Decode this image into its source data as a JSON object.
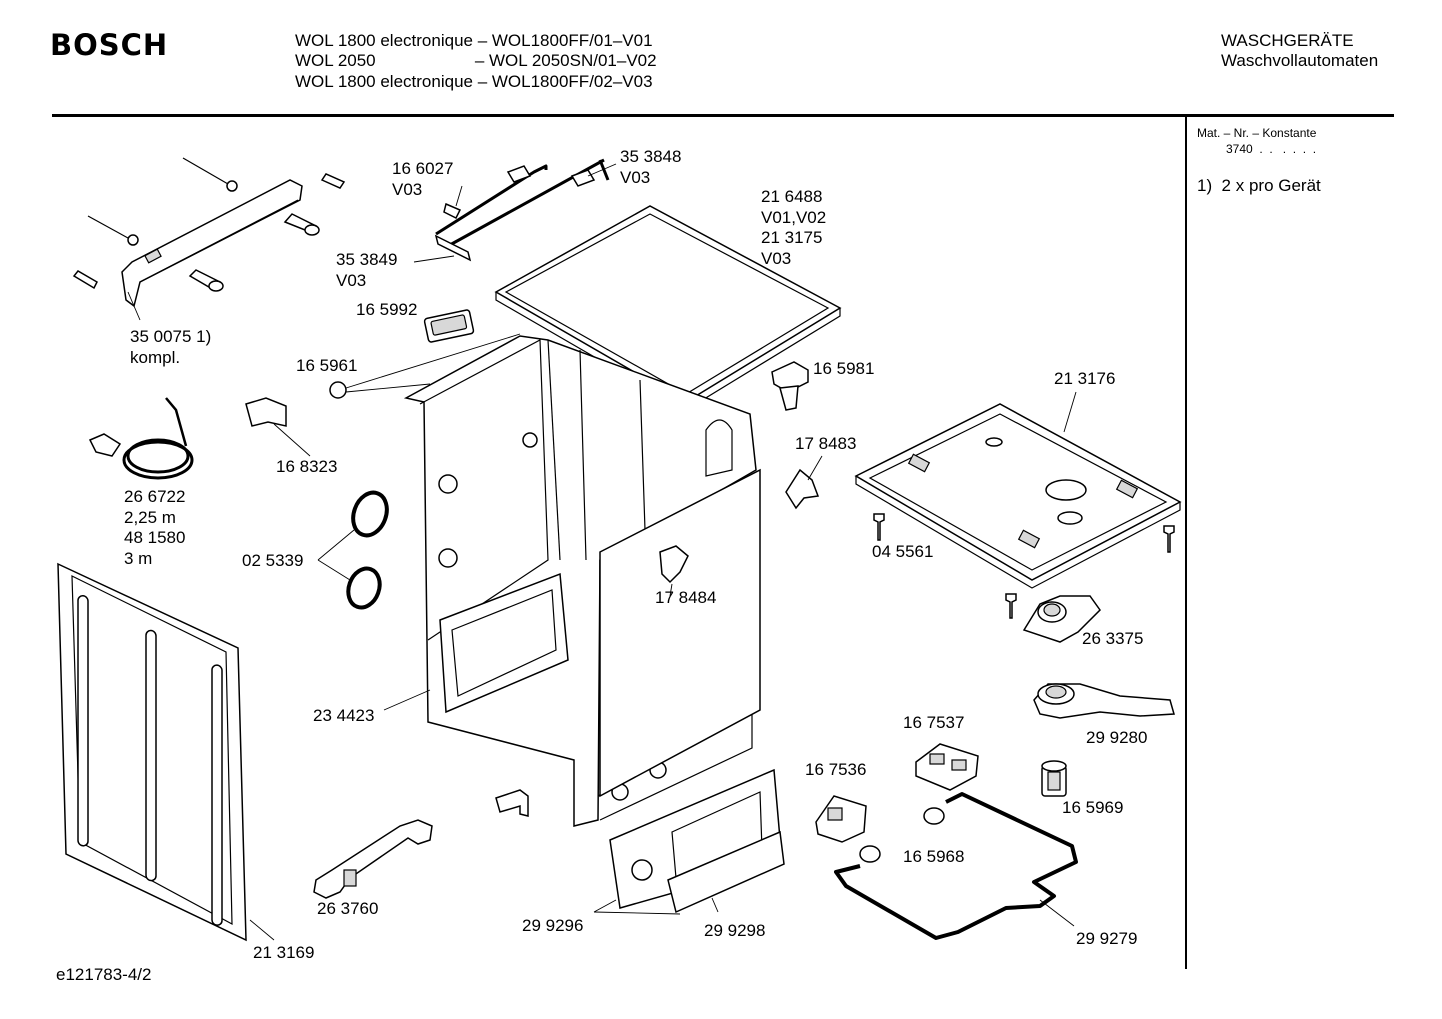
{
  "header": {
    "brand": "BOSCH",
    "model_lines": [
      "WOL 1800 electronique – WOL1800FF/01–V01",
      "WOL 2050                     – WOL 2050SN/01–V02",
      "WOL 1800 electronique – WOL1800FF/02–V03"
    ],
    "category_line1": "WASCHGERÄTE",
    "category_line2": "Waschvollautomaten"
  },
  "sidebar": {
    "mat_label": "Mat. – Nr. – Konstante",
    "mat_value": "3740  .  .   .  .  .  .",
    "note": "1)  2 x pro Gerät"
  },
  "footer": {
    "doc_id": "e121783-4/2"
  },
  "parts": {
    "p350075": "35 0075 1)\nkompl.",
    "p166027": "16 6027\nV03",
    "p353848": "35 3848\nV03",
    "p353849": "35 3849\nV03",
    "p216488": "21 6488\nV01,V02\n21 3175\nV03",
    "p165992": "16 5992",
    "p165961": "16 5961",
    "p165981": "16 5981",
    "p213176": "21 3176",
    "p168323": "16 8323",
    "p178483": "17 8483",
    "p266722": "26 6722\n2,25 m\n48 1580\n3 m",
    "p045561": "04 5561",
    "p025339": "02 5339",
    "p178484": "17 8484",
    "p263375": "26 3375",
    "p234423": "23 4423",
    "p167537": "16 7537",
    "p299280": "29 9280",
    "p167536": "16 7536",
    "p165969": "16 5969",
    "p165968": "16 5968",
    "p263760": "26 3760",
    "p299296": "29 9296",
    "p299298": "29 9298",
    "p299279": "29 9279",
    "p213169": "21 3169"
  }
}
